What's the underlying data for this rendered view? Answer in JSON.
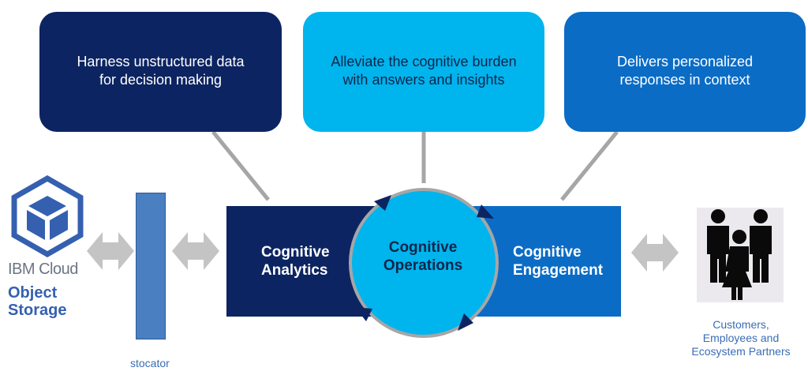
{
  "callouts": {
    "left": "Harness unstructured data\nfor decision making",
    "center": "Alleviate the cognitive burden\nwith answers and insights",
    "right": "Delivers personalized\nresponses in context"
  },
  "blocks": {
    "analytics": "Cognitive\nAnalytics",
    "operations": "Cognitive\nOperations",
    "engagement": "Cognitive\nEngagement"
  },
  "ibm": {
    "brand": "IBM Cloud",
    "product": "Object\nStorage"
  },
  "stocator": {
    "label": "stocator"
  },
  "audience": {
    "label": "Customers,\nEmployees and\nEcosystem Partners"
  },
  "colors": {
    "dark_navy": "#0c2461",
    "cyan": "#00b4ee",
    "mid_blue": "#0b6cc5",
    "connector_gray": "#a6a6a6",
    "arrow_gray": "#c4c4c4"
  },
  "icons": [
    "ibm-cloud-cube-icon",
    "double-arrow-icon",
    "cycle-arrowhead-icon",
    "people-group-icon"
  ]
}
